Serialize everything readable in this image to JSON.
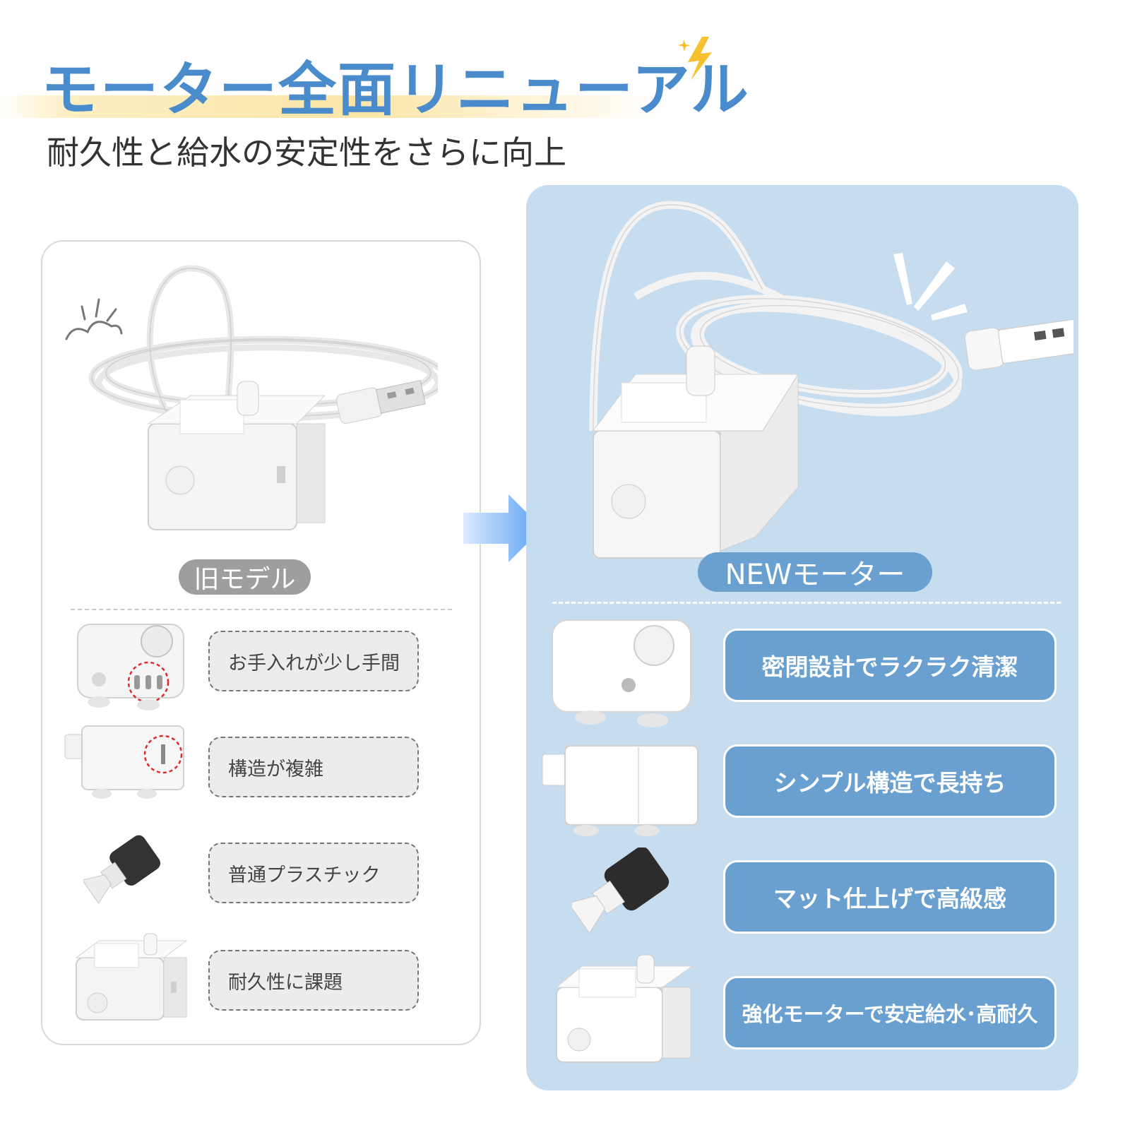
{
  "header": {
    "title": "モーター全面リニューアル",
    "subtitle": "耐久性と給水の安定性をさらに向上"
  },
  "old_model": {
    "label": "旧モデル",
    "features": [
      {
        "icon": "pump-front-vents-image",
        "text": "お手入れが少し手間"
      },
      {
        "icon": "pump-side-slot-image",
        "text": "構造が複雑"
      },
      {
        "icon": "impeller-image",
        "text": "普通プラスチック"
      },
      {
        "icon": "old-motor-image",
        "text": "耐久性に課題"
      }
    ]
  },
  "new_model": {
    "label": "NEWモーター",
    "features": [
      {
        "icon": "pump-front-sealed-image",
        "text": "密閉設計でラクラク清潔"
      },
      {
        "icon": "pump-side-simple-image",
        "text": "シンプル構造で長持ち"
      },
      {
        "icon": "matte-impeller-image",
        "text": "マット仕上げで高級感"
      },
      {
        "icon": "new-motor-image",
        "text": "強化モーターで安定給水･高耐久"
      }
    ]
  },
  "colors": {
    "title_blue": "#4a8bcc",
    "new_panel_bg": "#c6dcef",
    "new_accent": "#6aa0cf",
    "old_pill": "#9e9e9e",
    "arrow_blue": "#5aa0ef"
  }
}
